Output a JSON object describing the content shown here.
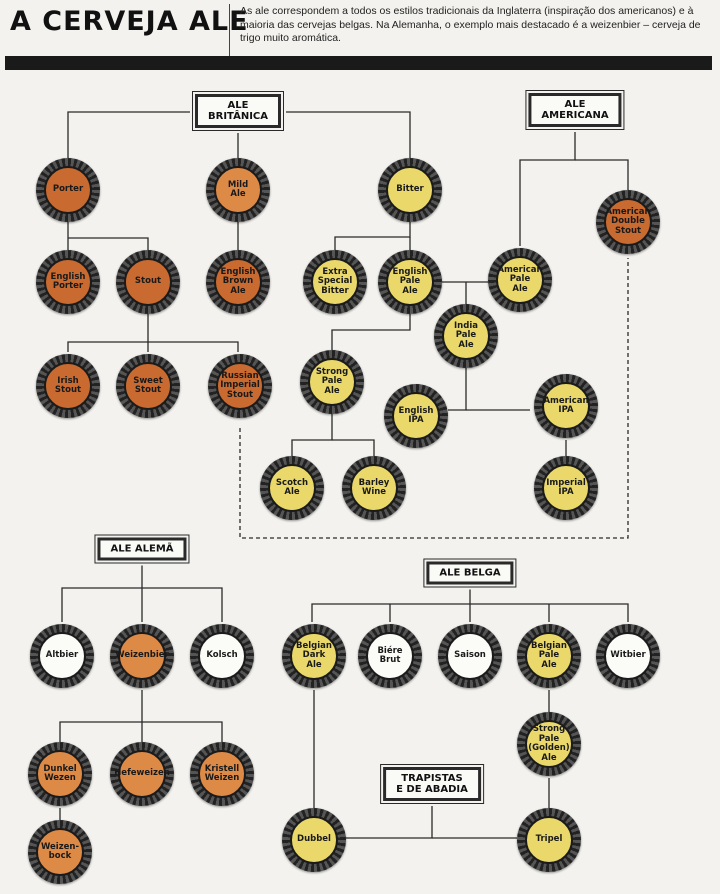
{
  "header": {
    "title": "A CERVEJA ALE",
    "intro": "As ale correspondem a todos os estilos tradicionais da Inglaterra  (inspiração dos americanos) e à maioria das cervejas belgas. Na Alemanha, o exemplo mais destacado é a weizenbier – cerveja de trigo muito aromática."
  },
  "colors": {
    "copper": "#c96a30",
    "amber": "#de8a47",
    "gold": "#ead96a",
    "white": "#fbfbf8"
  },
  "labels": {
    "ale_britanica": "ALE\nBRITÂNICA",
    "ale_americana": "ALE\nAMERICANA",
    "ale_alema": "ALE ALEMÃ",
    "ale_belga": "ALE BELGA",
    "trapistas": "TRAPISTAS\nE DE ABADIA"
  },
  "beers": {
    "porter": "Porter",
    "mild_ale": "Mild\nAle",
    "bitter": "Bitter",
    "american_double_stout": "American\nDouble\nStout",
    "english_porter": "English\nPorter",
    "stout": "Stout",
    "english_brown_ale": "English\nBrown\nAle",
    "extra_special_bitter": "Extra\nSpecial\nBitter",
    "english_pale_ale": "English\nPale\nAle",
    "american_pale_ale": "American\nPale\nAle",
    "india_pale_ale": "India\nPale\nAle",
    "irish_stout": "Irish\nStout",
    "sweet_stout": "Sweet\nStout",
    "russian_imperial_stout": "Russian\nImperial\nStout",
    "strong_pale_ale": "Strong\nPale\nAle",
    "english_ipa": "English\nIPA",
    "american_ipa": "American\nIPA",
    "scotch_ale": "Scotch\nAle",
    "barley_wine": "Barley\nWine",
    "imperial_ipa": "Imperial\nIPA",
    "altbier": "Altbier",
    "weizenbier": "Weizenbier",
    "kolsch": "Kolsch",
    "belgian_dark_ale": "Belgian\nDark\nAle",
    "biere_brut": "Biére\nBrut",
    "saison": "Saison",
    "belgian_pale_ale": "Belgian\nPale\nAle",
    "witbier": "Witbier",
    "dunkel_wezen": "Dunkel\nWezen",
    "hefeweizen": "Hefeweizen",
    "kristell_weizen": "Kristell\nWeizen",
    "strong_pale_golden_ale": "Strong\nPale\n(Golden)\nAle",
    "weizenbock": "Weizen-\nbock",
    "dubbel": "Dubbel",
    "tripel": "Tripel"
  }
}
